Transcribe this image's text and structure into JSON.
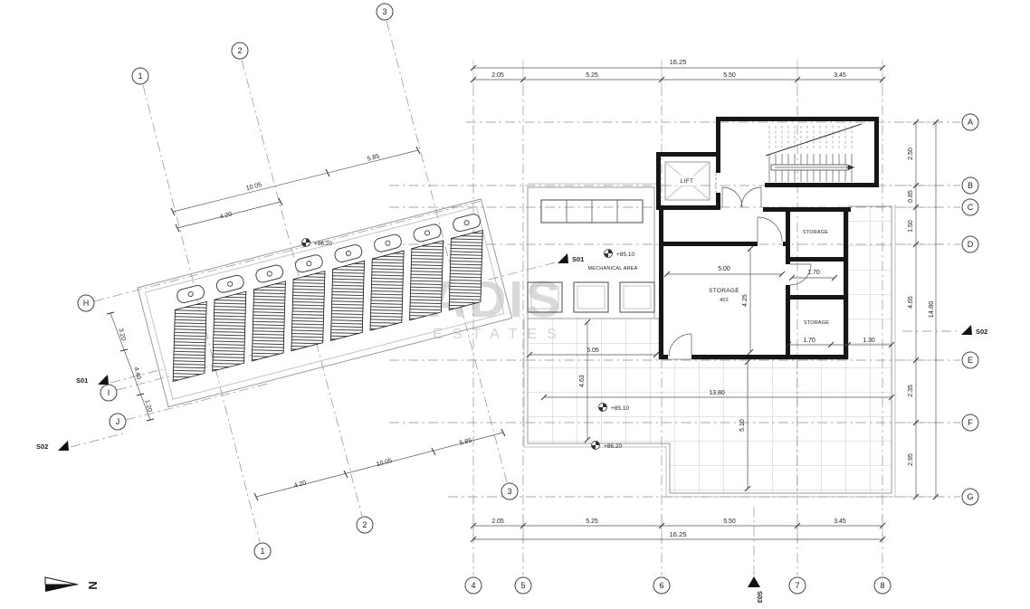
{
  "watermark": {
    "line1": "ADIS",
    "line2": "ESTATES"
  },
  "north": {
    "label": "N"
  },
  "grid": {
    "columns": [
      {
        "id": "4"
      },
      {
        "id": "5"
      },
      {
        "id": "6"
      },
      {
        "id": "7"
      },
      {
        "id": "8"
      }
    ],
    "rows": [
      {
        "id": "A"
      },
      {
        "id": "B"
      },
      {
        "id": "C"
      },
      {
        "id": "D"
      },
      {
        "id": "E"
      },
      {
        "id": "F"
      },
      {
        "id": "G"
      }
    ],
    "diagonals": [
      {
        "id": "1"
      },
      {
        "id": "2"
      },
      {
        "id": "3"
      }
    ],
    "wing_rows": [
      {
        "id": "H"
      },
      {
        "id": "I"
      },
      {
        "id": "J"
      }
    ]
  },
  "dims": {
    "top": {
      "total": "16.25",
      "segments": [
        "2.05",
        "5.25",
        "5.50",
        "3.45"
      ]
    },
    "bottom": {
      "total": "16.25",
      "segments": [
        "2.05",
        "5.25",
        "5.50",
        "3.45"
      ]
    },
    "right": {
      "total": "14.80",
      "segments": [
        "2.50",
        "0.85",
        "1.50",
        "4.65",
        "2.35",
        "2.95"
      ]
    },
    "wing_top": [
      "4.20",
      "10.05",
      "5.85"
    ],
    "wing_bottom": [
      "4.20",
      "10.05",
      "5.85"
    ],
    "wing_left": [
      "3.20",
      "4.40",
      "1.20"
    ],
    "storage_402_w": "5.00",
    "storage_402_h": "4.25",
    "storage_door": "1.70",
    "storage_lower_w": "1.70",
    "east_strip_w": "1.30",
    "terrace_w1": "5.05",
    "terrace_h1": "4.63",
    "terrace_w2": "13.80",
    "terrace_h2": "5.10"
  },
  "levels": {
    "wing": "+86.20",
    "mechanical": "+85.10",
    "terrace_a": "+85.10",
    "terrace_b": "+86.20"
  },
  "rooms": {
    "lift": "LIFT",
    "mechanical": "MECHANICAL AREA",
    "storage_402": {
      "name": "STORAGE",
      "number": "402"
    },
    "storage_upper": "STORAGE",
    "storage_lower": "STORAGE"
  },
  "sections": {
    "s01": "S01",
    "s02": "S02",
    "s03": "S03"
  }
}
